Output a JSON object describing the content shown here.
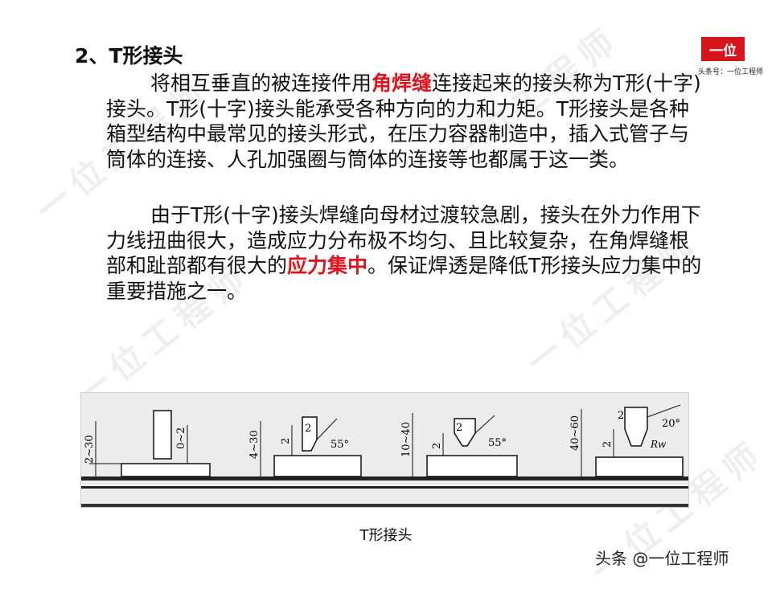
{
  "watermark": {
    "text": "一位工程师"
  },
  "logo": {
    "text": "一位",
    "subtitle": "头条号：一位工程师"
  },
  "heading": {
    "text": "2、T形接头"
  },
  "paragraph1": {
    "part1": "将相互垂直的被连接件用",
    "highlight": "角焊缝",
    "part2": "连接起来的接头称为T形(十字)接头。T形(十字)接头能承受各种方向的力和力矩。T形接头是各种箱型结构中最常见的接头形式，在压力容器制造中，插入式管子与筒体的连接、人孔加强圈与筒体的连接等也都属于这一类。"
  },
  "paragraph2": {
    "part1": "由于T形(十字)接头焊缝向母材过渡较急剧，接头在外力作用下力线扭曲很大，造成应力分布极不均匀、且比较复杂，在角焊缝根部和趾部都有很大的",
    "highlight": "应力集中",
    "part2": "。保证焊透是降低T形接头应力集中的重要措施之一。"
  },
  "figure": {
    "joints": [
      {
        "dim_left": "2~30",
        "dim_gap": "0~2"
      },
      {
        "dim_left": "4~30",
        "dim_gap": "2",
        "dim_root": "2",
        "angle": "55°"
      },
      {
        "dim_left": "10~40",
        "dim_gap": "2",
        "dim_root": "2",
        "angle": "55°"
      },
      {
        "dim_left": "40~60",
        "dim_gap": "2",
        "dim_root": "2",
        "angle": "20°",
        "radius": "Rw"
      }
    ]
  },
  "caption": {
    "text": "T形接头"
  },
  "footer": {
    "text": "头条 @一位工程师"
  },
  "colors": {
    "highlight": "#e0141c",
    "logo_bg": "#d7151c"
  }
}
